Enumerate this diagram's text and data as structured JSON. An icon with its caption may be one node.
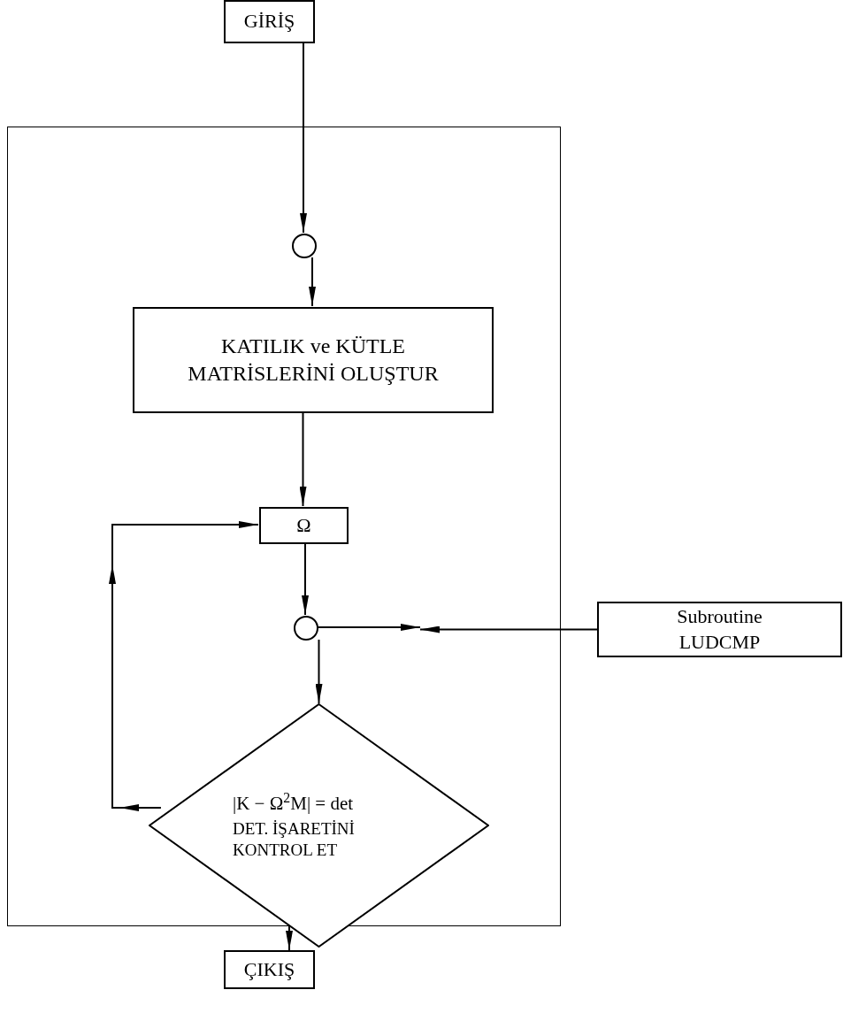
{
  "diagram": {
    "nodes": [
      {
        "text": [
          "GİRİŞ"
        ]
      },
      {
        "text": [],
        "shape": "box"
      },
      {
        "text": [],
        "shape": "circle",
        "in": 1
      },
      {
        "text": [
          "KATILIK ve KÜTLE MATRİSLERİNİ OLUŞTUR"
        ],
        "in": 1
      },
      {
        "text": [
          "Ω"
        ],
        "in": 1
      },
      {
        "text": [],
        "shape": "circle",
        "in": 1
      },
      {
        "text": [
          "Subroutine LUDCMP"
        ]
      },
      {
        "text": [
          "|K − Ω$^{2}$M| = det",
          "DET. İŞARETİNİ KONTROL ET"
        ]
      },
      {
        "text": [
          "ÇIKIŞ"
        ]
      }
    ],
    "edges": [
      {
        "from": 0,
        "to": 2,
        "arrow": "to"
      },
      {
        "from": 2,
        "to": 3,
        "arrow": "to"
      },
      {
        "from": 3,
        "to": 4,
        "arrow": "to"
      },
      {
        "from": 4,
        "to": 5,
        "arrow": "to"
      },
      {
        "from": 5,
        "to": 7,
        "arrow": "to"
      },
      {
        "from": 5,
        "to": null,
        "arrow": "to"
      },
      {
        "from": 6,
        "to": null,
        "arrow": "to"
      },
      {
        "from": 7,
        "to": 4,
        "arrow": "to"
      },
      {
        "from": 7,
        "to": 8,
        "arrow": "to"
      }
    ]
  }
}
